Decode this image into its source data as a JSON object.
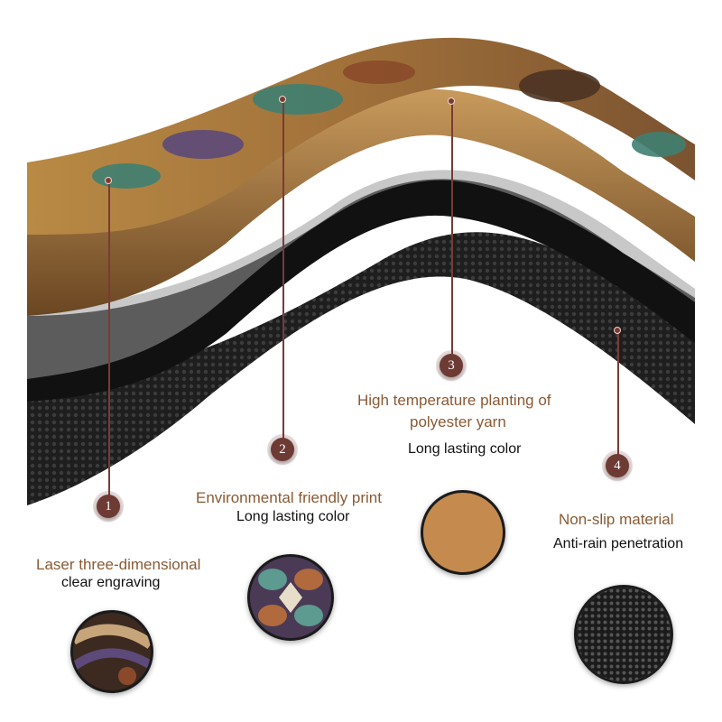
{
  "features": [
    {
      "number": "1",
      "title": "Laser three-dimensional",
      "subtitle": "clear engraving",
      "swatch": "engraving-pattern"
    },
    {
      "number": "2",
      "title": "Environmental friendly print",
      "subtitle": "Long lasting color",
      "swatch": "printed-pattern"
    },
    {
      "number": "3",
      "title_line1": "High temperature planting of",
      "title_line2": "polyester yarn",
      "subtitle": "Long lasting color",
      "swatch": "yarn-texture"
    },
    {
      "number": "4",
      "title": "Non-slip material",
      "subtitle": "Anti-rain penetration",
      "swatch": "rubber-mesh"
    }
  ],
  "colors": {
    "accent_text": "#8a5a34",
    "badge": "#6e3a34",
    "yarn": "#c58a4e",
    "rubber": "#2a2a2a"
  }
}
